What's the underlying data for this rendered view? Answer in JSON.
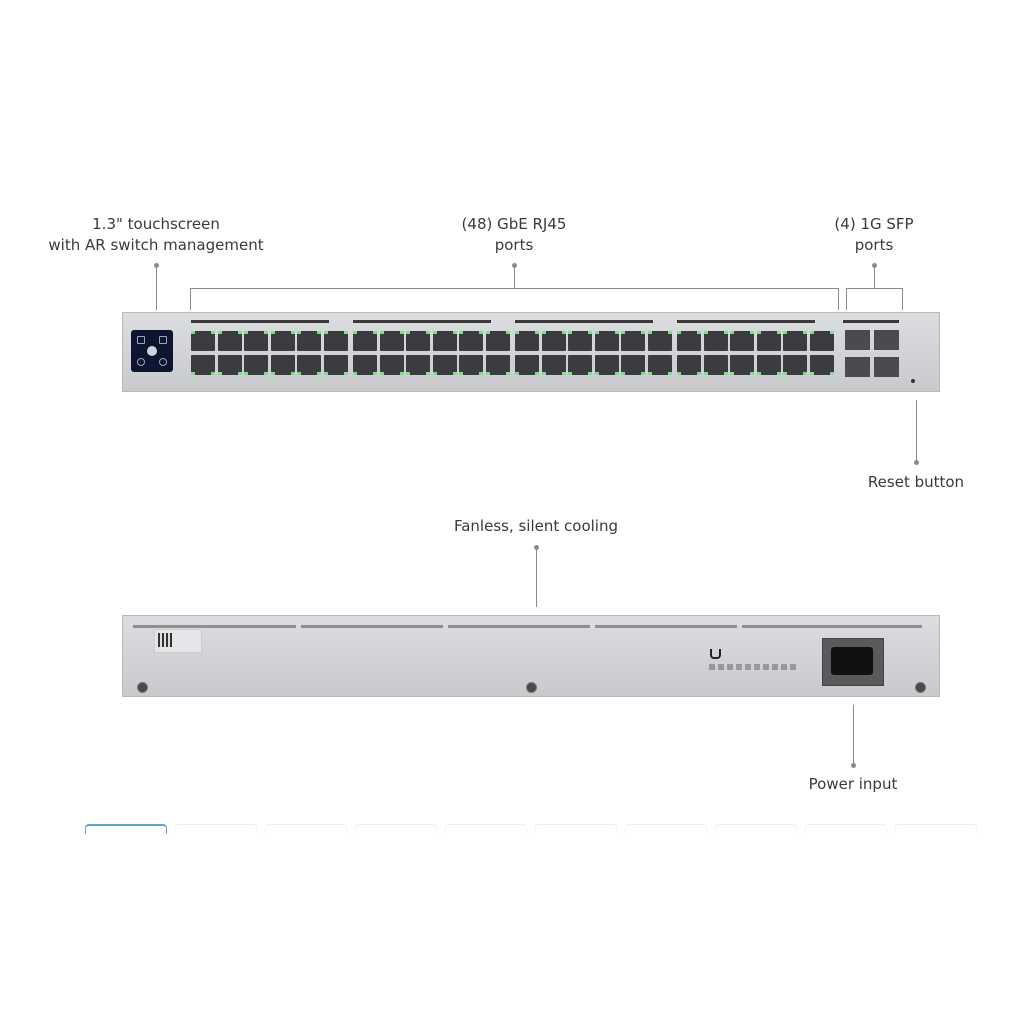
{
  "callouts": {
    "touchscreen": [
      "1.3\" touchscreen",
      "with AR switch management"
    ],
    "rj45": [
      "(48) GbE RJ45",
      "ports"
    ],
    "sfp": [
      "(4) 1G SFP",
      "ports"
    ],
    "reset": "Reset button",
    "cooling": "Fanless, silent cooling",
    "power": "Power input"
  },
  "device": {
    "rj45_port_count": 48,
    "sfp_port_count": 4,
    "led_color": "#7fe08a"
  },
  "gallery": {
    "thumbnail_count": 10,
    "active_index": 0
  }
}
